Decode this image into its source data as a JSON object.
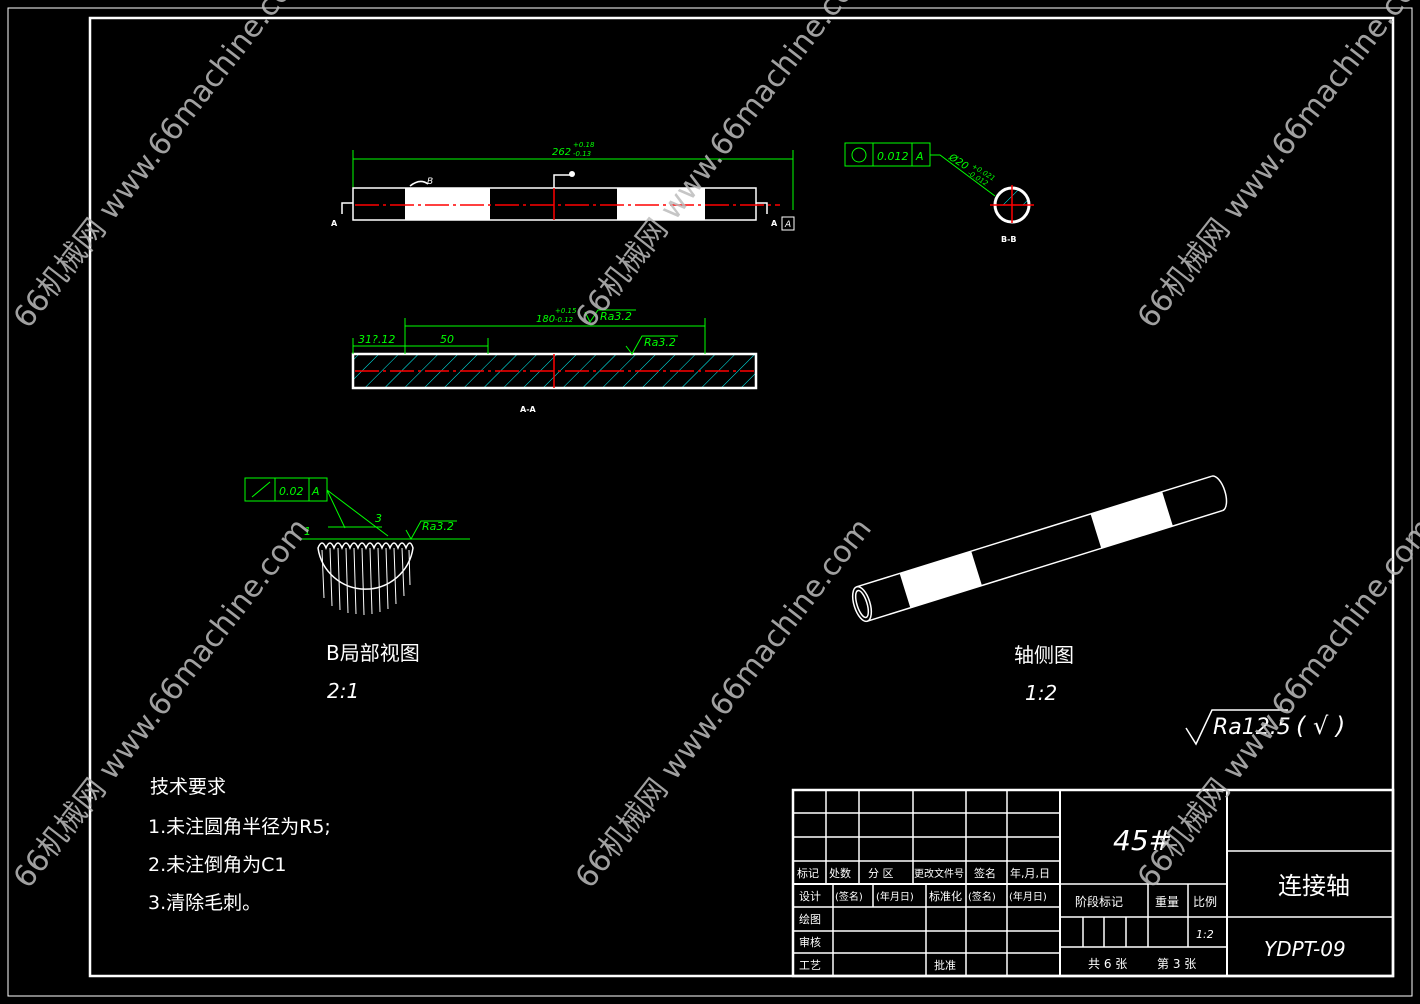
{
  "drawing": {
    "main_view": {
      "dim_total": "262",
      "dim_total_tol_upper": "+0.18",
      "dim_total_tol_lower": "-0.13",
      "detail_label": "B",
      "section_mark": "A",
      "datum": "A"
    },
    "section_aa": {
      "label": "A-A",
      "dim_left": "31?.12",
      "dim_50": "50",
      "dim_180": "180",
      "dim_180_tol_upper": "+0.15",
      "dim_180_tol_lower": "-0.12",
      "roughness_1": "Ra3.2",
      "roughness_2": "Ra3.2"
    },
    "section_bb": {
      "label": "B-B",
      "tolerance_value": "0.012",
      "datum": "A",
      "dim_dia": "Ø20",
      "dim_dia_tol_upper": "+0.021",
      "dim_dia_tol_lower": "-0.012"
    },
    "detail_b": {
      "title": "B局部视图",
      "scale": "2:1",
      "tolerance_value": "0.02",
      "datum": "A",
      "dim_1": "1",
      "dim_3": "3",
      "roughness": "Ra3.2"
    },
    "iso_view": {
      "title": "轴侧图",
      "scale": "1:2"
    },
    "general_roughness": {
      "value": "Ra12.5",
      "suffix": "( √ )"
    }
  },
  "tech_requirements": {
    "title": "技术要求",
    "items": [
      "1.未注圆角半径为R5;",
      "2.未注倒角为C1",
      "3.清除毛刺。"
    ]
  },
  "title_block": {
    "header": [
      "标记",
      "处数",
      "分  区",
      "更改文件号",
      "签名",
      "年,月,日"
    ],
    "row_design": [
      "设计",
      "(签名)",
      "(年月日)",
      "标准化",
      "(签名)",
      "(年月日)"
    ],
    "row_draw": "绘图",
    "row_check": "审核",
    "row_process": "工艺",
    "approve": "批准",
    "material": "45#",
    "stage_mark": "阶段标记",
    "weight": "重量",
    "ratio_label": "比例",
    "ratio": "1:2",
    "sheets": "共 6 张",
    "sheet_no": "第 3 张",
    "part_name": "连接轴",
    "drawing_no": "YDPT-09"
  },
  "watermark": "66机械网 www.66machine.com"
}
